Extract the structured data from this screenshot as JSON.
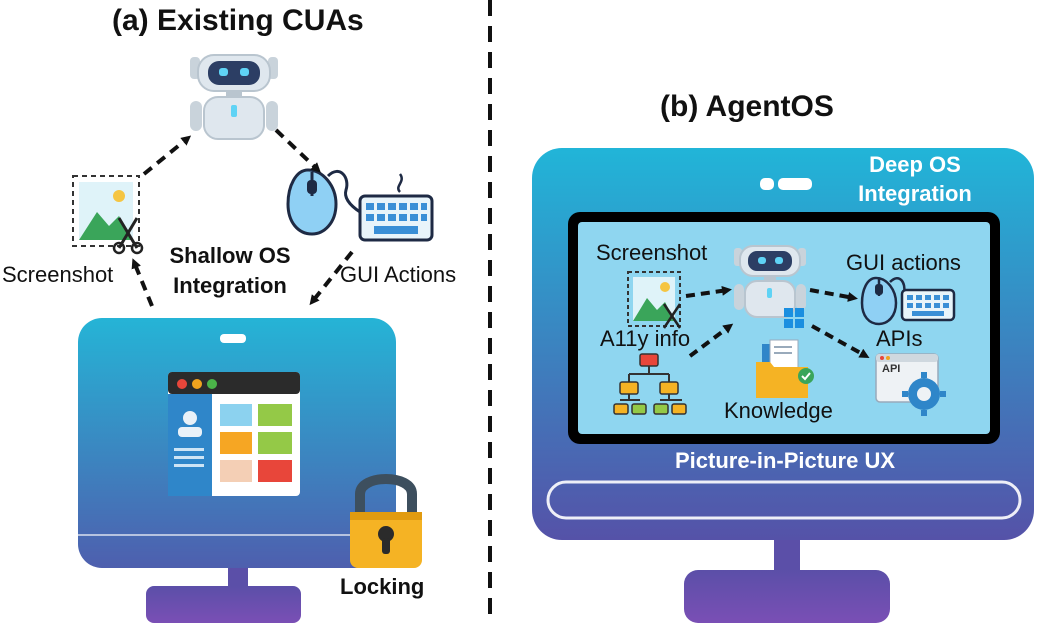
{
  "left_panel": {
    "title": "(a) Existing CUAs",
    "screenshot_label": "Screenshot",
    "integration_label_line1": "Shallow OS",
    "integration_label_line2": "Integration",
    "gui_actions_label": "GUI Actions",
    "locking_label": "Locking"
  },
  "right_panel": {
    "title": "(b) AgentOS",
    "deep_integration_line1": "Deep OS",
    "deep_integration_line2": "Integration",
    "screenshot_label": "Screenshot",
    "a11y_label": "A11y info",
    "knowledge_label": "Knowledge",
    "gui_actions_label": "GUI actions",
    "apis_label": "APIs",
    "api_badge": "API",
    "pip_label": "Picture-in-Picture UX"
  },
  "colors": {
    "monitor_top": "#25b4d6",
    "monitor_bottom": "#5b4fa8",
    "stand": "#6a4fb0",
    "screen_inner": "#8fd6f0",
    "lock_body": "#f5b324",
    "lock_shackle": "#3d4f5e"
  }
}
